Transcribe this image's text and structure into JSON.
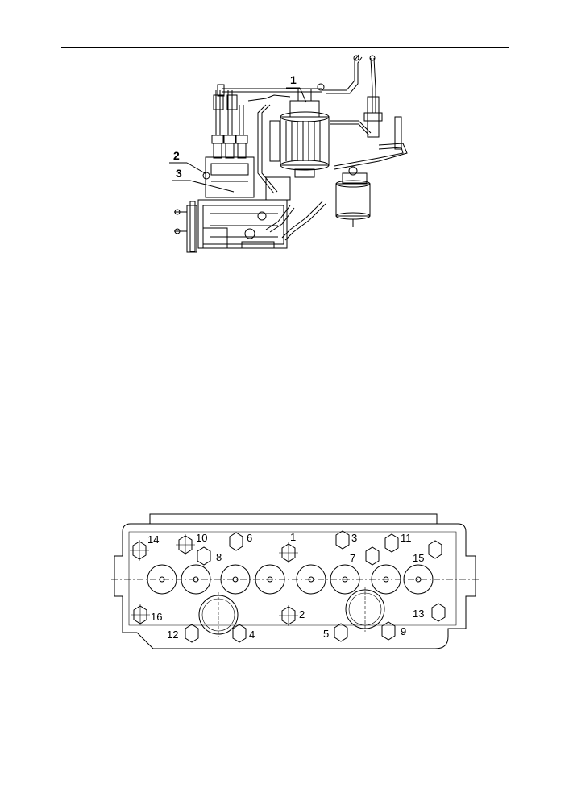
{
  "figure1": {
    "callouts": [
      "1",
      "2",
      "3"
    ]
  },
  "figure2": {
    "bolt_numbers": [
      "14",
      "10",
      "6",
      "1",
      "3",
      "11",
      "8",
      "7",
      "15",
      "16",
      "2",
      "13",
      "12",
      "4",
      "5",
      "9"
    ]
  }
}
